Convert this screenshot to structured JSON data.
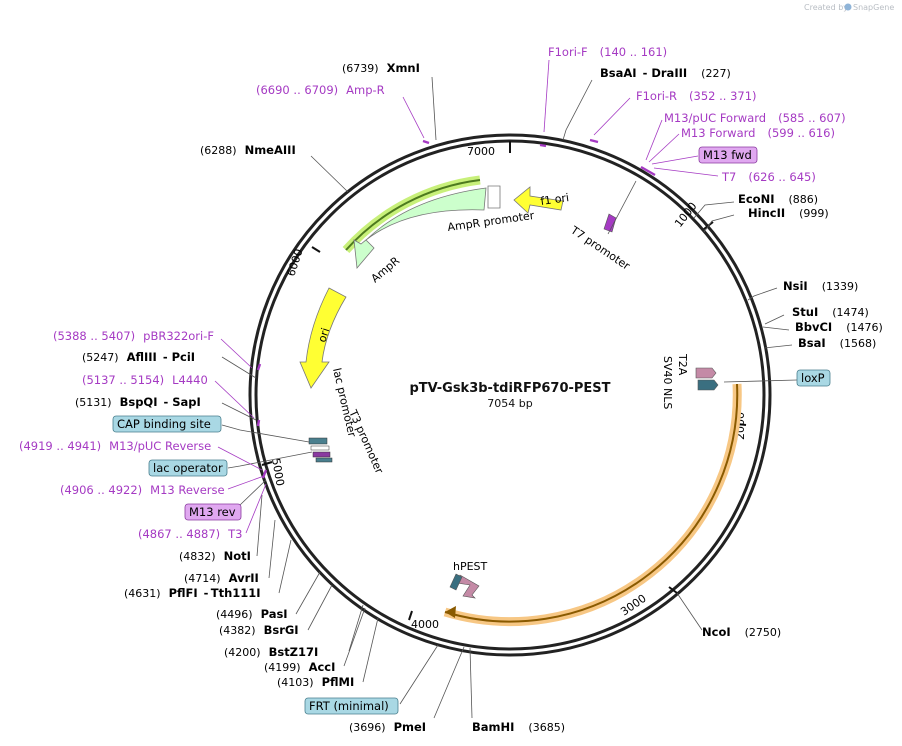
{
  "credit": {
    "prefix": "Created by",
    "brand": "SnapGene"
  },
  "plasmid": {
    "name": "pTV-Gsk3b-tdiRFP670-PEST",
    "length_label": "7054 bp"
  },
  "ticks": [
    "1000",
    "2000",
    "3000",
    "4000",
    "5000",
    "6000",
    "7000"
  ],
  "enzymes": [
    {
      "id": "xmni",
      "name": "XmnI",
      "pos": "(6739)"
    },
    {
      "id": "bsaai",
      "name": "BsaAI",
      "sep": "-",
      "name2": "DraIII",
      "pos": "(227)"
    },
    {
      "id": "nmeaiii",
      "name": "NmeAIII",
      "pos": "(6288)"
    },
    {
      "id": "econi",
      "name": "EcoNI",
      "pos": "(886)"
    },
    {
      "id": "hincii",
      "name": "HincII",
      "pos": "(999)"
    },
    {
      "id": "nsii",
      "name": "NsiI",
      "pos": "(1339)"
    },
    {
      "id": "stui",
      "name": "StuI",
      "pos": "(1474)"
    },
    {
      "id": "bbvci",
      "name": "BbvCI",
      "pos": "(1476)"
    },
    {
      "id": "bsai",
      "name": "BsaI",
      "pos": "(1568)"
    },
    {
      "id": "afliii",
      "name": "AflIII",
      "sep": "-",
      "name2": "PciI",
      "pos": "(5247)"
    },
    {
      "id": "bspqi",
      "name": "BspQI",
      "sep": "-",
      "name2": "SapI",
      "pos": "(5131)"
    },
    {
      "id": "noti",
      "name": "NotI",
      "pos": "(4832)"
    },
    {
      "id": "avrii",
      "name": "AvrII",
      "pos": "(4714)"
    },
    {
      "id": "pflfi",
      "name": "PflFI",
      "sep": "-",
      "name2": "Tth111I",
      "pos": "(4631)"
    },
    {
      "id": "pasi",
      "name": "PasI",
      "pos": "(4496)"
    },
    {
      "id": "bsrgi",
      "name": "BsrGI",
      "pos": "(4382)"
    },
    {
      "id": "bstz17i",
      "name": "BstZ17I",
      "pos": "(4200)"
    },
    {
      "id": "acci",
      "name": "AccI",
      "pos": "(4199)"
    },
    {
      "id": "pflmi",
      "name": "PflMI",
      "pos": "(4103)"
    },
    {
      "id": "pmei",
      "name": "PmeI",
      "pos": "(3696)"
    },
    {
      "id": "bamhi",
      "name": "BamHI",
      "pos": "(3685)"
    },
    {
      "id": "ncoi",
      "name": "NcoI",
      "pos": "(2750)"
    }
  ],
  "primers": [
    {
      "id": "f1ori-f",
      "name": "F1ori-F",
      "range": "(140 .. 161)"
    },
    {
      "id": "f1ori-r",
      "name": "F1ori-R",
      "range": "(352 .. 371)"
    },
    {
      "id": "m13puc-fwd",
      "name": "M13/pUC Forward",
      "range": "(585 .. 607)"
    },
    {
      "id": "m13-fwd",
      "name": "M13 Forward",
      "range": "(599 .. 616)"
    },
    {
      "id": "t7",
      "name": "T7",
      "range": "(626 .. 645)"
    },
    {
      "id": "amp-r",
      "name": "Amp-R",
      "range": "(6690 .. 6709)"
    },
    {
      "id": "pbr322",
      "name": "pBR322ori-F",
      "range": "(5388 .. 5407)"
    },
    {
      "id": "l4440",
      "name": "L4440",
      "range": "(5137 .. 5154)"
    },
    {
      "id": "m13puc-rev",
      "name": "M13/pUC Reverse",
      "range": "(4919 .. 4941)"
    },
    {
      "id": "m13-rev",
      "name": "M13 Reverse",
      "range": "(4906 .. 4922)"
    },
    {
      "id": "t3",
      "name": "T3",
      "range": "(4867 .. 4887)"
    }
  ],
  "boxes": {
    "m13fwd": "M13 fwd",
    "loxp": "loxP",
    "cap": "CAP binding site",
    "lacop": "lac operator",
    "m13rev": "M13 rev",
    "frt": "FRT (minimal)"
  },
  "features": {
    "f1ori": "f1 ori",
    "amppromoter": "AmpR promoter",
    "ampr": "AmpR",
    "t7promoter": "T7 promoter",
    "ori": "ori",
    "lacpromoter": "lac promoter",
    "t3promoter": "T3 promoter",
    "t2a": "T2A",
    "sv40nls": "SV40 NLS",
    "hpest": "hPEST"
  },
  "colors": {
    "backbone": "#222222",
    "f1ori": "#ffff33",
    "ori": "#ffff33",
    "ampr": "#ccffcc",
    "ampr_highlight": "#c8f07a",
    "tdirfp_highlight": "#f7c784",
    "tdirfp_line": "#8a5a00",
    "primer": "#a53ac3",
    "blue_box": "#a9d8e4",
    "purple_box": "#e0a8f0"
  }
}
